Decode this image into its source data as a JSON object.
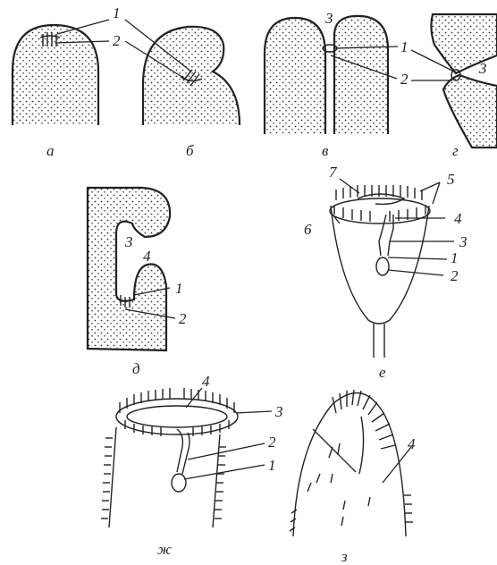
{
  "panels": [
    {
      "id": "a",
      "caption": "а",
      "labels": [
        "1",
        "2"
      ]
    },
    {
      "id": "b",
      "caption": "б",
      "labels": []
    },
    {
      "id": "v",
      "caption": "в",
      "labels": [
        "3",
        "1",
        "2"
      ]
    },
    {
      "id": "g",
      "caption": "г",
      "labels": [
        "3"
      ]
    },
    {
      "id": "d",
      "caption": "д",
      "labels": [
        "3",
        "4",
        "1",
        "2"
      ]
    },
    {
      "id": "e",
      "caption": "е",
      "labels": [
        "7",
        "5",
        "4",
        "6",
        "3",
        "1",
        "2"
      ]
    },
    {
      "id": "zh",
      "caption": "ж",
      "labels": [
        "4",
        "3",
        "2",
        "1"
      ]
    },
    {
      "id": "z",
      "caption": "з",
      "labels": [
        "4"
      ]
    }
  ],
  "colors": {
    "ink": "#222222",
    "paper": "#ffffff"
  }
}
